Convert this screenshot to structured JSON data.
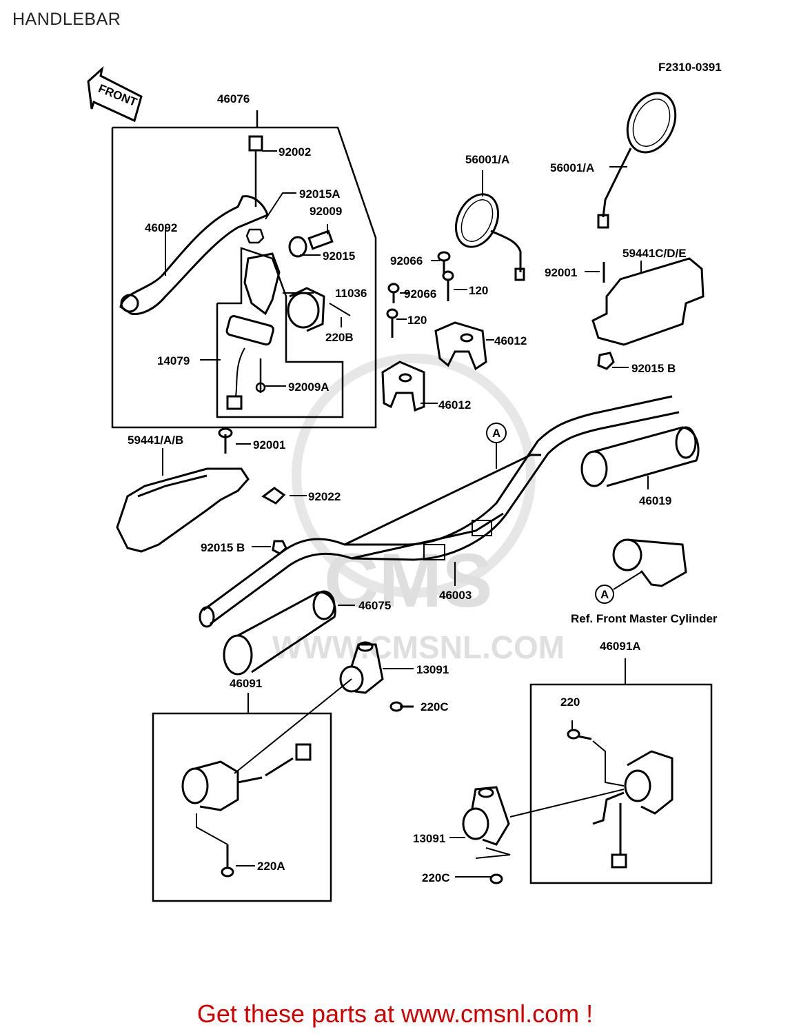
{
  "page": {
    "title": "HANDLEBAR",
    "footer": "Get these parts at www.cmsnl.com !"
  },
  "diagram": {
    "code": "F2310-0391",
    "front_arrow": "FRONT",
    "watermark": {
      "brand": "CMS",
      "url": "WWW.CMSNL.COM"
    },
    "ref_note": "Ref. Front Master Cylinder",
    "circle_marker": "A",
    "labels": {
      "p46076": "46076",
      "p92002": "92002",
      "p92015A": "92015A",
      "p92009": "92009",
      "p46092": "46092",
      "p92015": "92015",
      "p11036": "11036",
      "p220B": "220B",
      "p14079": "14079",
      "p92009A": "92009A",
      "p56001A_left": "56001/A",
      "p56001A_right": "56001/A",
      "p92066_a": "92066",
      "p92066_b": "92066",
      "p120_a": "120",
      "p120_b": "120",
      "p46012_a": "46012",
      "p46012_b": "46012",
      "p59441CDE": "59441C/D/E",
      "p92001_right": "92001",
      "p92015B_right": "92015 B",
      "p59441AB": "59441/A/B",
      "p92001_left": "92001",
      "p92022": "92022",
      "p92015B_left": "92015 B",
      "p46019": "46019",
      "p46003": "46003",
      "p46075": "46075",
      "p46091": "46091",
      "p13091_top": "13091",
      "p220C_top": "220C",
      "p46091A": "46091A",
      "p220": "220",
      "p220A": "220A",
      "p13091_bottom": "13091",
      "p220C_bottom": "220C"
    }
  }
}
